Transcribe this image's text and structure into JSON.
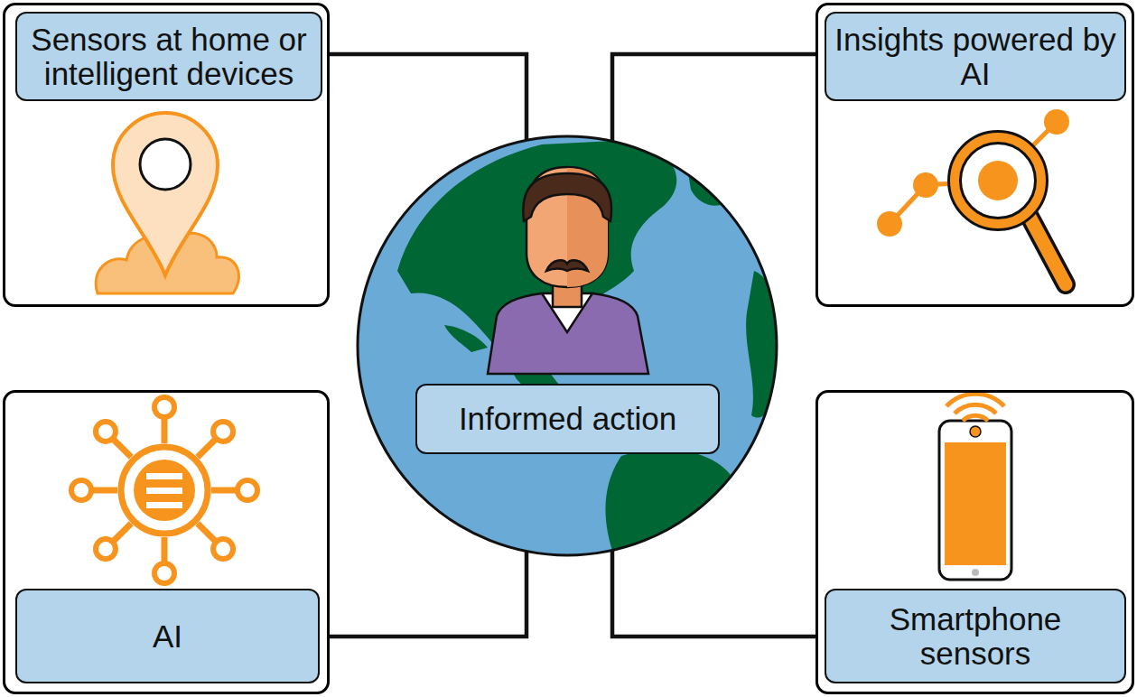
{
  "diagram": {
    "nodes": [
      {
        "text": [
          "Sensors at home or intelligent devices"
        ]
      },
      {
        "text": [
          "Insights powered by AI"
        ]
      },
      {
        "text": [
          "Informed action"
        ]
      },
      {
        "text": [
          "AI"
        ]
      },
      {
        "text": [
          "Smartphone sensors"
        ]
      }
    ],
    "edges": [
      {
        "from": 0,
        "to": 2,
        "arrow": "none"
      },
      {
        "from": 1,
        "to": 2,
        "arrow": "none"
      },
      {
        "from": 3,
        "to": 2,
        "arrow": "none"
      },
      {
        "from": 4,
        "to": 2,
        "arrow": "none"
      }
    ]
  }
}
